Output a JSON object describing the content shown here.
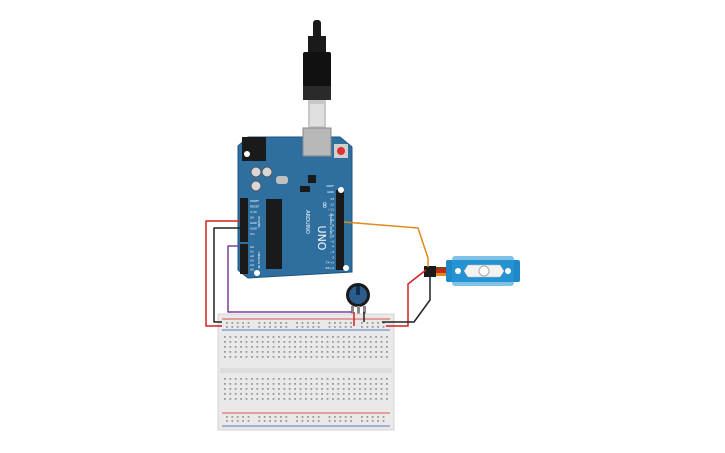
{
  "arduino": {
    "logo": "ARDUINO",
    "model": "UNO",
    "digital_label": "DIGITAL (PWM~)",
    "analog_label": "ANALOG IN",
    "power_label": "POWER",
    "aref_label": "AREF",
    "gnd_label": "GND",
    "power_pins": [
      "IOREF",
      "RESET",
      "3.3V",
      "5V",
      "GND",
      "GND",
      "Vin"
    ],
    "analog_pins": [
      "A0",
      "A1",
      "A2",
      "A3",
      "A4",
      "A5"
    ],
    "digital_pins": [
      "13",
      "12",
      "~11",
      "~10",
      "~9",
      "8",
      "7",
      "~6",
      "~5",
      "4",
      "~3",
      "2",
      "TX→1",
      "RX←0"
    ]
  },
  "colors": {
    "board": "#2f6f9f",
    "board_edge": "#1e5480",
    "wire_red": "#d42020",
    "wire_black": "#222222",
    "wire_purple": "#7a3fa0",
    "wire_orange": "#e08a1a",
    "servo": "#1e88c8",
    "breadboard": "#e9e9e9"
  }
}
